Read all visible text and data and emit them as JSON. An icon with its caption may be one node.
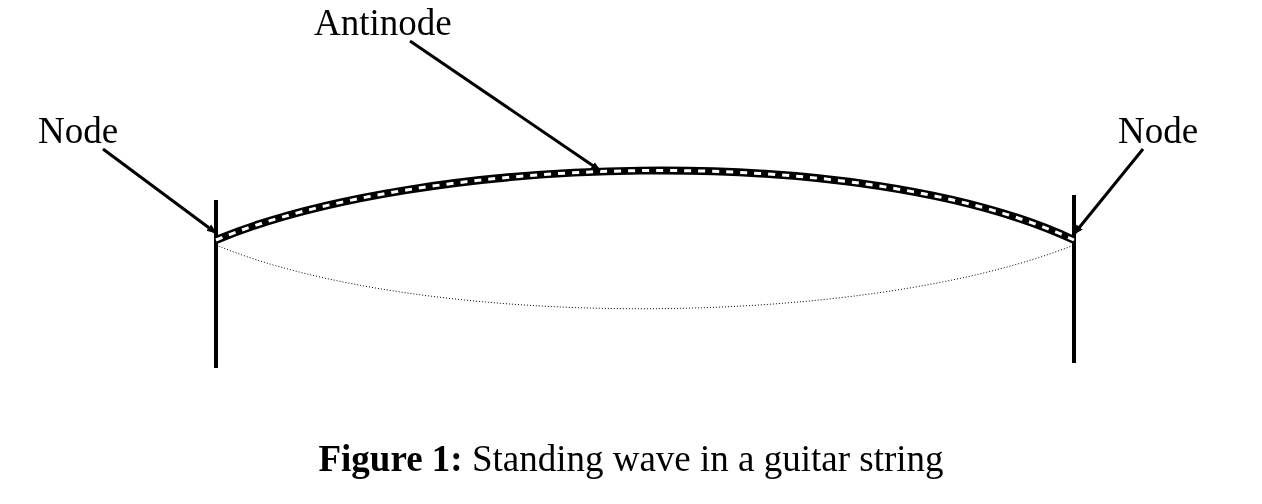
{
  "diagram": {
    "caption": "**Figure 1:** Standing wave in a guitar string",
    "nodes": [
      {
        "text": [
          "Node"
        ]
      },
      {
        "text": [
          "Antinode"
        ]
      },
      {
        "text": [
          "Node"
        ]
      },
      {
        "text": [],
        "shape": "curve"
      }
    ],
    "edges": [
      {
        "from": 0,
        "to": 3,
        "arrow": "to"
      },
      {
        "from": 1,
        "to": 3,
        "arrow": "to"
      },
      {
        "from": 2,
        "to": 3,
        "arrow": "to"
      }
    ]
  }
}
